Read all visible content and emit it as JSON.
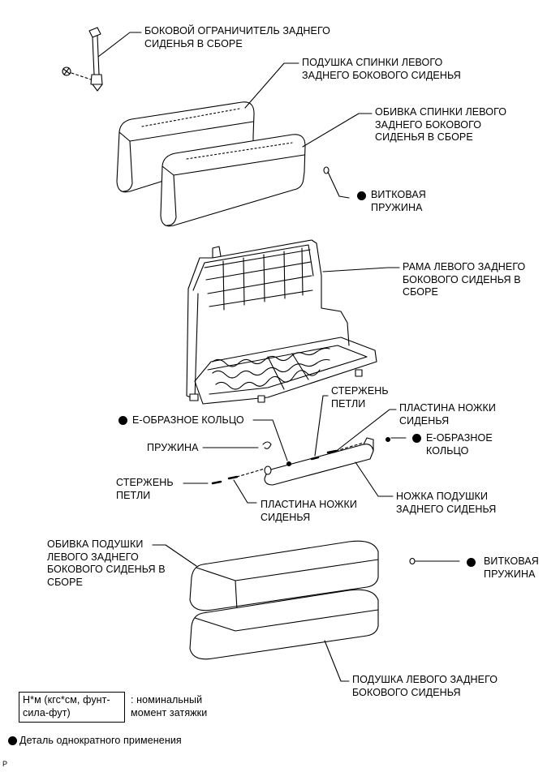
{
  "parts": {
    "side_restraint": "БОКОВОЙ ОГРАНИЧИТЕЛЬ ЗАДНЕГО\nСИДЕНЬЯ В СБОРЕ",
    "seatback_pad": "ПОДУШКА СПИНКИ ЛЕВОГО\nЗАДНЕГО БОКОВОГО СИДЕНЬЯ",
    "seatback_cover": "ОБИВКА СПИНКИ ЛЕВОГО\nЗАДНЕГО БОКОВОГО\nСИДЕНЬЯ В СБОРЕ",
    "hog_ring_upper": "ВИТКОВАЯ\nПРУЖИНА",
    "seat_frame": "РАМА ЛЕВОГО ЗАДНЕГО\nБОКОВОГО СИДЕНЬЯ В\nСБОРЕ",
    "hinge_rod_right": "СТЕРЖЕНЬ\nПЕТЛИ",
    "leg_plate_right": "ПЛАСТИНА НОЖКИ\nСИДЕНЬЯ",
    "e_ring_left": "E-ОБРАЗНОЕ КОЛЬЦО",
    "e_ring_right": "E-ОБРАЗНОЕ\nКОЛЬЦО",
    "spring": "ПРУЖИНА",
    "hinge_rod_left": "СТЕРЖЕНЬ\nПЕТЛИ",
    "leg_plate_left": "ПЛАСТИНА НОЖКИ\nСИДЕНЬЯ",
    "cushion_leg": "НОЖКА ПОДУШКИ\nЗАДНЕГО СИДЕНЬЯ",
    "cushion_cover": "ОБИВКА ПОДУШКИ\nЛЕВОГО ЗАДНЕГО\nБОКОВОГО СИДЕНЬЯ В\nСБОРЕ",
    "hog_ring_lower": "ВИТКОВАЯ\nПРУЖИНА",
    "cushion_pad": "ПОДУШКА ЛЕВОГО ЗАДНЕГО\nБОКОВОГО СИДЕНЬЯ"
  },
  "legend": {
    "torque_units": "Н*м (кгс*см, фунт-\nсила-фут)",
    "torque_desc": ": номинальный\nмомент затяжки",
    "single_use": "Деталь однократного применения"
  },
  "page_id": "P"
}
